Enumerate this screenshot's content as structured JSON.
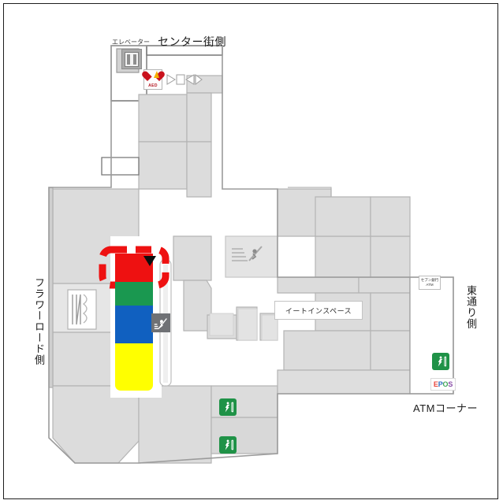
{
  "map": {
    "title_top": "センター街側",
    "label_elevator": "エレベーター",
    "label_left_side": "フラワーロード側",
    "label_right_side": "東通り側",
    "label_atm_corner": "ATMコーナー",
    "label_eat_in": "イートインスペース",
    "label_aed": "AED",
    "atm_box_line1": "セブン銀行",
    "atm_box_line2": "ATM",
    "epos_logo": {
      "e": "E",
      "p": "P",
      "o": "O",
      "s": "S"
    },
    "icons": {
      "elevator": "elevator-icon",
      "aed": "aed-icon",
      "exit_1": "emergency-exit-icon",
      "exit_2": "emergency-exit-icon",
      "exit_3": "emergency-exit-icon",
      "escalator_center": "escalator-icon",
      "escalator_right": "escalator-icon",
      "current_location": "location-pin-marker"
    },
    "colors": {
      "highlight_dashed": "#EE1111",
      "block_red": "#EE1111",
      "block_green": "#1A9850",
      "block_blue": "#1060C0",
      "block_yellow": "#FFFF00",
      "building_fill": "#DCDCDC",
      "building_stroke": "#B4B4B4",
      "exit_green": "#1F9247",
      "frame_stroke": "#1D1D1D",
      "background": "#FFFFFF"
    },
    "highlighted_blocks": [
      {
        "name": "red-zone",
        "color": "#EE1111",
        "highlighted": true
      },
      {
        "name": "green-zone",
        "color": "#1A9850",
        "highlighted": false
      },
      {
        "name": "blue-zone",
        "color": "#1060C0",
        "highlighted": false
      },
      {
        "name": "yellow-zone",
        "color": "#FFFF00",
        "highlighted": false
      }
    ]
  }
}
